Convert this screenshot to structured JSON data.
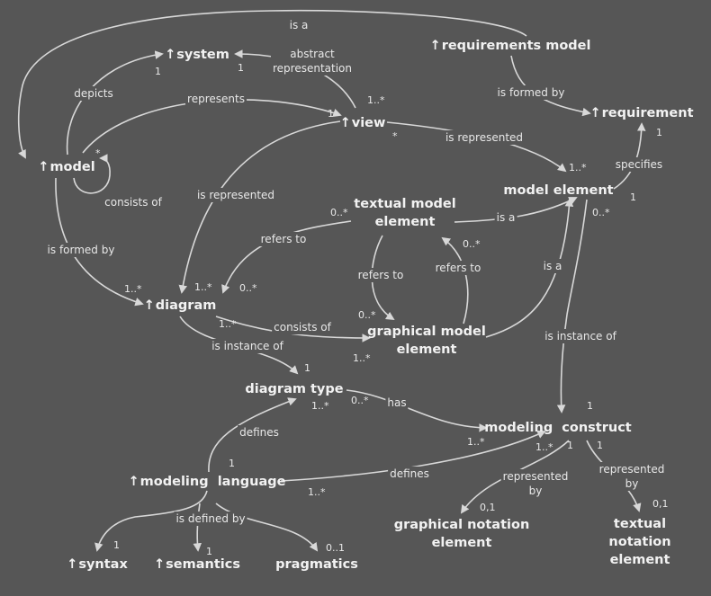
{
  "nodes": {
    "system": {
      "arrow": "↑",
      "text": "system"
    },
    "requirements_model": {
      "arrow": "↑",
      "text": "requirements model"
    },
    "requirement": {
      "arrow": "↑",
      "text": "requirement"
    },
    "view": {
      "arrow": "↑",
      "text": "view"
    },
    "model": {
      "arrow": "↑",
      "text": "model"
    },
    "model_element": {
      "arrow": "",
      "text": "model element"
    },
    "textual_model_element": {
      "arrow": "",
      "text": "textual model\nelement"
    },
    "diagram": {
      "arrow": "↑",
      "text": "diagram"
    },
    "graphical_model_element": {
      "arrow": "",
      "text": "graphical model\nelement"
    },
    "diagram_type": {
      "arrow": "",
      "text": "diagram type"
    },
    "modeling_construct": {
      "arrow": "",
      "text": "modeling  construct"
    },
    "modeling_language": {
      "arrow": "↑",
      "text": "modeling  language"
    },
    "graphical_notation_element": {
      "arrow": "",
      "text": "graphical notation\nelement"
    },
    "textual_notation_element": {
      "arrow": "",
      "text": "textual notation\nelement"
    },
    "syntax": {
      "arrow": "↑",
      "text": "syntax"
    },
    "semantics": {
      "arrow": "↑",
      "text": "semantics"
    },
    "pragmatics": {
      "arrow": "",
      "text": "pragmatics"
    }
  },
  "relations": {
    "is_a_top": "is a",
    "abstract_representation": "abstract\nrepresentation",
    "depicts": "depicts",
    "represents": "represents",
    "is_formed_by_req": "is formed by",
    "is_represented_view": "is represented",
    "specifies": "specifies",
    "consists_of_model": "consists of",
    "is_represented_diagram": "is represented",
    "textual_is_a": "is a",
    "refers_to_left": "refers to",
    "is_formed_by_model": "is formed by",
    "refers_to_mid": "refers to",
    "refers_to_right": "refers to",
    "graphical_is_a": "is a",
    "consists_of_diagram": "consists of",
    "is_instance_of_diagram": "is instance of",
    "is_instance_of_element": "is instance of",
    "has": "has",
    "defines_type": "defines",
    "defines_construct": "defines",
    "represented_by_graphical": "represented\nby",
    "represented_by_textual": "represented\nby",
    "is_defined_by": "is defined by"
  },
  "multiplicities": {
    "m_sys_depicts": "1",
    "m_sys_abstract": "1",
    "m_view_abstract": "1..*",
    "m_view_represents": "1",
    "m_model_star": "*",
    "m_view_star": "*",
    "m_me_rep": "1..*",
    "m_req_spec": "1",
    "m_me_spec": "1",
    "m_me_zero_many": "0..*",
    "m_tme_refers": "0..*",
    "m_diag_formed": "1..*",
    "m_diag_rep": "1..*",
    "m_diag_ref": "0..*",
    "m_tme_ref2": "0..*",
    "m_gme_ref": "0..*",
    "m_diag_consists": "1..*",
    "m_gme_consists": "1..*",
    "m_dt_inst": "1",
    "m_dt_has": "1..*",
    "m_dt_has2": "0..*",
    "m_mc_inst": "1",
    "m_mc_has": "1..*",
    "m_mc_def": "1..*",
    "m_mc_g": "1",
    "m_mc_t": "1",
    "m_ml_type": "1",
    "m_ml_def": "1..*",
    "m_gne": "0,1",
    "m_tne": "0,1",
    "m_syntax": "1",
    "m_semantics": "1",
    "m_pragmatics": "0..1"
  },
  "colors": {
    "background": "#565656",
    "foreground": "#f2f2f2",
    "edge": "#d8d8d8"
  }
}
